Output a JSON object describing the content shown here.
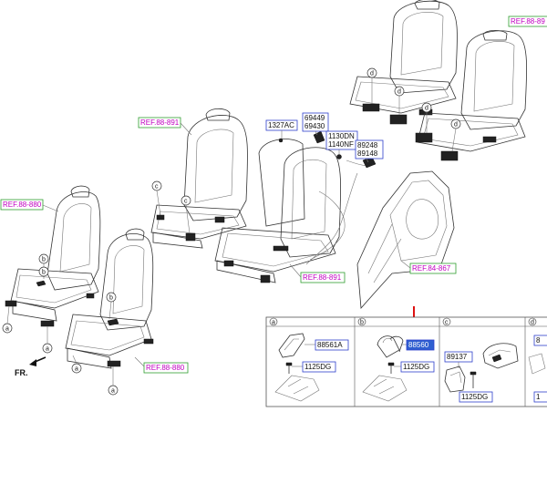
{
  "refs": {
    "r1": "REF.88-89",
    "r2": "REF.88-891",
    "r3": "REF.88-880",
    "r4": "REF.88-891",
    "r5": "REF.88-880",
    "r6": "REF.84-867"
  },
  "parts": {
    "p1327": "1327AC",
    "p6944a": "69449",
    "p6944b": "69430",
    "p1130": "1130DN",
    "p1140": "1140NF",
    "p89248": "89248",
    "p89148": "89148"
  },
  "callouts": {
    "a": "a",
    "b": "b",
    "c": "c",
    "d": "d"
  },
  "front_label": "FR.",
  "detail": {
    "a": {
      "letter": "a",
      "part": "88561A",
      "bolt": "1125DG"
    },
    "b": {
      "letter": "b",
      "part": "88560",
      "bolt": "1125DG"
    },
    "c": {
      "letter": "c",
      "part": "89137",
      "bolt": "1125DG"
    },
    "d": {
      "letter": "d",
      "part1": "8",
      "part2": "1"
    }
  },
  "colors": {
    "ref_text": "#c000c0",
    "ref_box": "#2f9e2f",
    "part_box": "#2e3fcc",
    "arrow": "#dd1111",
    "highlight": "#2f5fd0"
  }
}
